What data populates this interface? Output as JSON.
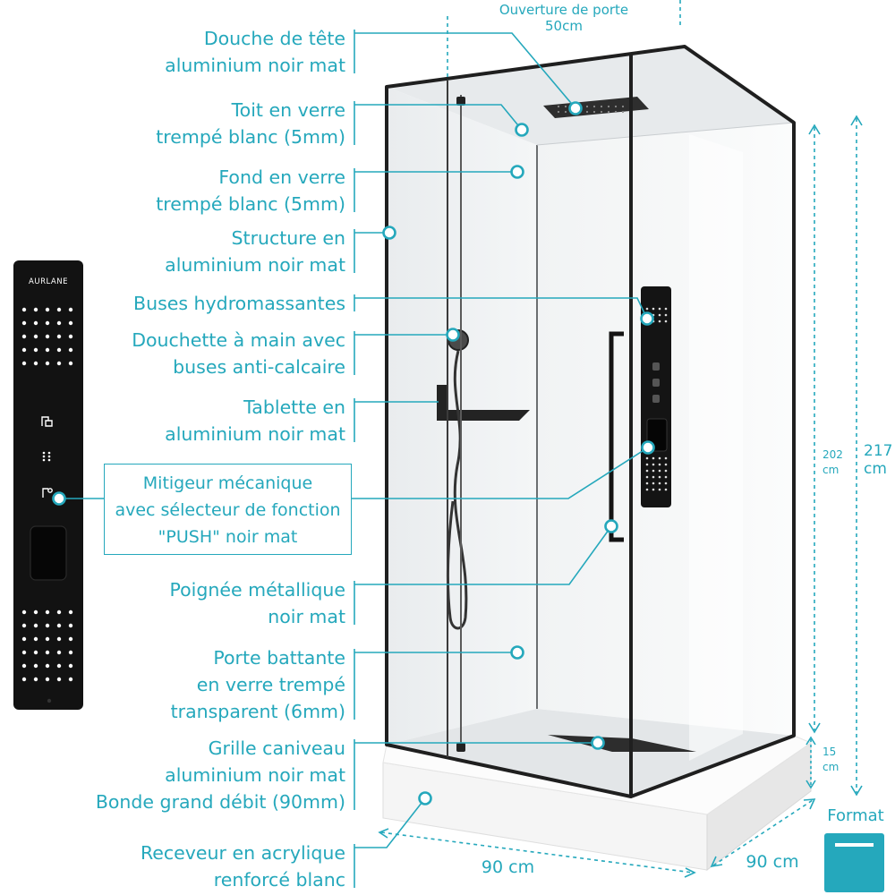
{
  "header": {
    "opening_label": "Ouverture de porte",
    "opening_value": "50cm"
  },
  "labels": [
    {
      "lines": [
        "Douche de tête",
        "aluminium noir mat"
      ]
    },
    {
      "lines": [
        "Toit en verre",
        "trempé blanc (5mm)"
      ]
    },
    {
      "lines": [
        "Fond en verre",
        "trempé blanc (5mm)"
      ]
    },
    {
      "lines": [
        "Structure en",
        "aluminium noir mat"
      ]
    },
    {
      "lines": [
        "Buses hydromassantes"
      ]
    },
    {
      "lines": [
        "Douchette à main avec",
        "buses anti-calcaire"
      ]
    },
    {
      "lines": [
        "Tablette en",
        "aluminium noir mat"
      ]
    },
    {
      "lines": [
        "Poignée métallique",
        "noir mat"
      ]
    },
    {
      "lines": [
        "Porte battante",
        "en verre trempé",
        "transparent (6mm)"
      ]
    },
    {
      "lines": [
        "Grille caniveau",
        "aluminium noir mat",
        "Bonde grand débit (90mm)"
      ]
    },
    {
      "lines": [
        "Receveur en acrylique",
        "renforcé blanc"
      ]
    }
  ],
  "mixer_box": {
    "lines": [
      "Mitigeur mécanique",
      "avec sélecteur de fonction",
      "\"PUSH\" noir mat"
    ]
  },
  "dimensions": {
    "inner_height": {
      "value": "202",
      "unit": "cm"
    },
    "total_height": {
      "value": "217",
      "unit": "cm"
    },
    "tray_height": {
      "value": "15",
      "unit": "cm"
    },
    "width": "90 cm",
    "depth": "90 cm"
  },
  "format": {
    "label": "Format"
  },
  "panel": {
    "brand": "AURLANE"
  },
  "colors": {
    "accent": "#25a8bc",
    "frame": "#1f1f1f",
    "panel": "#121212",
    "tray": "#f5f5f5"
  },
  "icons": {
    "callout_marker": "ring-dot-icon",
    "format": "format-square-icon"
  }
}
